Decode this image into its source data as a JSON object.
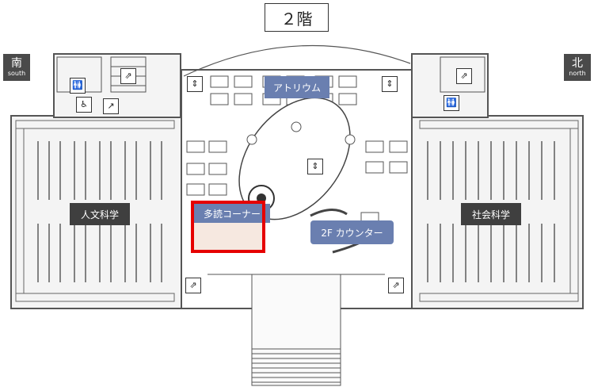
{
  "floor_title": "２階",
  "compass": {
    "south": {
      "kanji": "南",
      "english": "south"
    },
    "north": {
      "kanji": "北",
      "english": "north"
    }
  },
  "areas": {
    "humanities": "人文科学",
    "social_sciences": "社会科学",
    "atrium": "アトリウム",
    "multi_reading_corner": "多読コーナー",
    "counter_2f": "2F カウンター"
  },
  "colors": {
    "highlight": "#e60000",
    "blue_label": "#6a7fb0",
    "dark_label": "#3f3f3f",
    "direction_box": "#4a4a4a"
  },
  "icons": {
    "toilet": "toilet-icon",
    "wheelchair_toilet": "accessible-toilet-icon",
    "elevator": "elevator-icon",
    "stairs": "stairs-icon",
    "nursing": "baby-care-icon"
  }
}
